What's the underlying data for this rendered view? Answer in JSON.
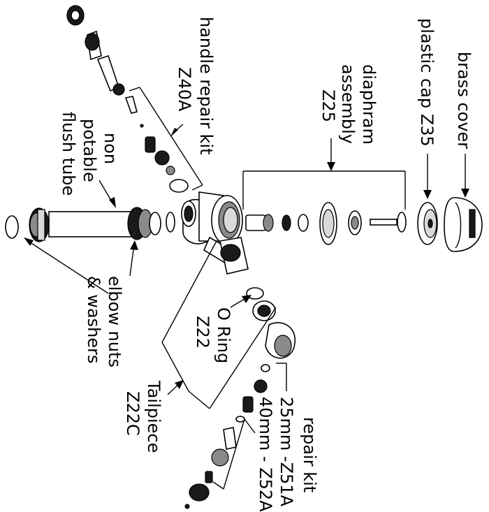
{
  "labels": {
    "brass_cover": "brass cover",
    "plastic_cap": "plastic cap Z35",
    "diaphram_1": "diaphram",
    "diaphram_2": "assembly",
    "diaphram_3": "Z25",
    "handle_kit_1": "handle repair kit",
    "handle_kit_2": "Z40A",
    "flush_tube_1": "non",
    "flush_tube_2": "potable",
    "flush_tube_3": "flush tube",
    "elbow_1": "elbow nuts",
    "elbow_2": "& washers",
    "oring_1": "O Ring",
    "oring_2": "Z22",
    "tailpiece_1": "Tailpiece",
    "tailpiece_2": "Z22C",
    "repair_kit_1": "repair kit",
    "repair_kit_2": "25mm -Z51A",
    "repair_kit_3": "40mm - Z52A"
  }
}
